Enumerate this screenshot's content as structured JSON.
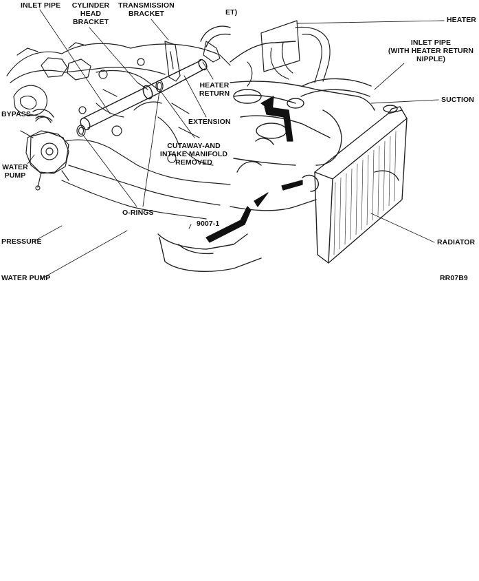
{
  "labels": {
    "inlet_pipe": "INLET PIPE",
    "cylinder_head_bracket": [
      "CYLINDER",
      "HEAD",
      "BRACKET"
    ],
    "transmission_bracket": [
      "TRANSMISSION",
      "BRACKET"
    ],
    "partial_label": "ET)",
    "heater_return": [
      "HEATER",
      "RETURN"
    ],
    "bypass": "BYPASS",
    "extension": "EXTENSION",
    "water_pump_left": [
      "WATER",
      "PUMP"
    ],
    "cutaway": [
      "CUTAWAY-AND",
      "INTAKE MANIFOLD",
      "REMOVED"
    ],
    "o_rings": "O-RINGS",
    "part_number": "9007-1",
    "pressure": "PRESSURE",
    "water_pump_bottom": "WATER PUMP",
    "heater": "HEATER",
    "inlet_pipe_right": [
      "INLET PIPE",
      "(WITH HEATER RETURN",
      "NIPPLE)"
    ],
    "suction": "SUCTION",
    "radiator": "RADIATOR",
    "figure_code": "RR07B9"
  }
}
